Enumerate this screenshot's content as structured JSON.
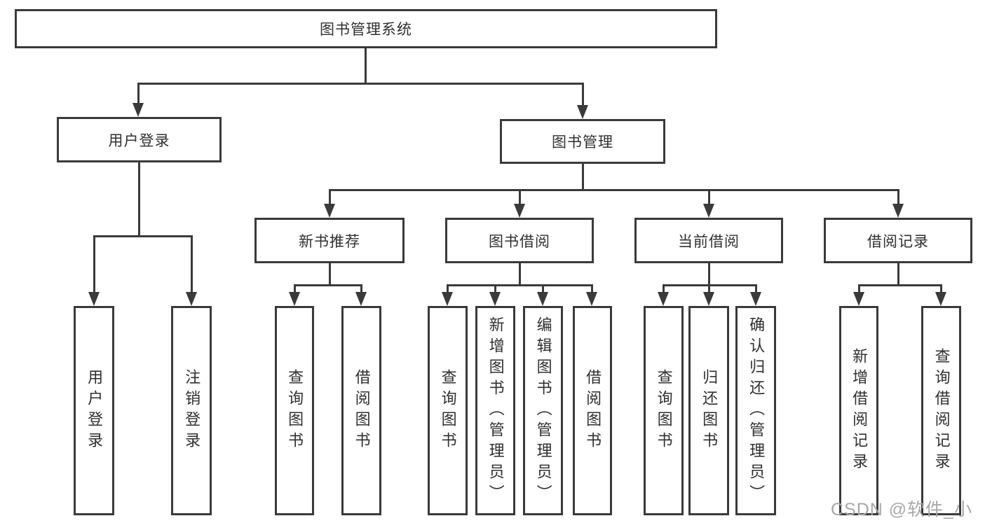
{
  "diagram": {
    "nodes": {
      "root": "图书管理系统",
      "user_login": "用户登录",
      "book_mgmt": "图书管理",
      "new_books": "新书推荐",
      "book_borrow": "图书借阅",
      "current_borrow": "当前借阅",
      "borrow_records": "借阅记录"
    },
    "leaves": {
      "user_login": [
        "用户登录",
        "注销登录"
      ],
      "new_books": [
        "查询图书",
        "借阅图书"
      ],
      "book_borrow": [
        "查询图书",
        "新增图书（管理员）",
        "编辑图书（管理员）",
        "借阅图书"
      ],
      "current_borrow": [
        "查询图书",
        "归还图书",
        "确认归还（管理员）"
      ],
      "borrow_records": [
        "新增借阅记录",
        "查询借阅记录"
      ]
    },
    "colors": {
      "line": "#3a3a3a",
      "text": "#2f2f2f",
      "watermark": "#a8a8a8"
    }
  },
  "page": {
    "watermark": "CSDN @软件_小贺同学"
  }
}
